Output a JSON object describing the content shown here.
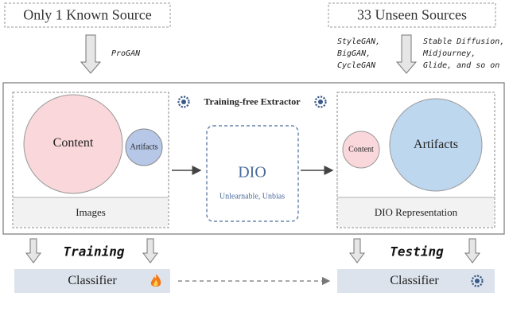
{
  "sources": {
    "known": "Only 1 Known Source",
    "unseen": "33 Unseen Sources",
    "progan": "ProGAN",
    "gans": [
      "StyleGAN,",
      "BigGAN,",
      "CycleGAN"
    ],
    "diffusion": [
      "Stable Diffusion,",
      "Midjourney,",
      "Glide, and so on"
    ]
  },
  "extractor": {
    "title": "Training-free Extractor",
    "icon": "gear-icon"
  },
  "images_panel": {
    "content": "Content",
    "artifacts": "Artifacts",
    "caption": "Images"
  },
  "dio": {
    "title": "DIO",
    "subtitle": "Unlearnable, Unbias"
  },
  "representation_panel": {
    "content": "Content",
    "artifacts": "Artifacts",
    "caption": "DIO Representation"
  },
  "stages": {
    "training": "Training",
    "testing": "Testing"
  },
  "classifiers": {
    "train_label": "Classifier",
    "train_icon": "fire-icon",
    "test_label": "Classifier",
    "test_icon": "gear-icon"
  },
  "colors": {
    "content_circle": "#f9d7da",
    "artifacts_circle": "#bdd7ee",
    "small_artifacts_circle": "#b7c7e8",
    "classifier_box": "#dde3ec",
    "caption_bar": "#f2f2f2",
    "gear": "#3a5a8a",
    "fire": "#f07a1a"
  }
}
